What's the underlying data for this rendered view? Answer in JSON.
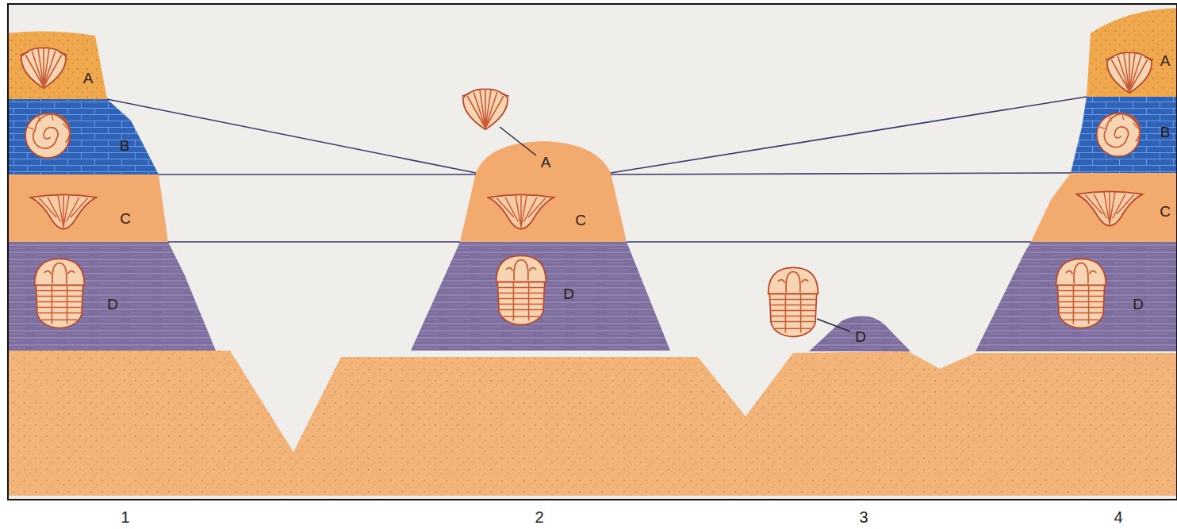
{
  "diagram": {
    "labels": [
      "A",
      "B",
      "C",
      "D",
      "A",
      "C",
      "D",
      "D",
      "A",
      "B",
      "C",
      "D",
      "1",
      "2",
      "3",
      "4"
    ]
  }
}
